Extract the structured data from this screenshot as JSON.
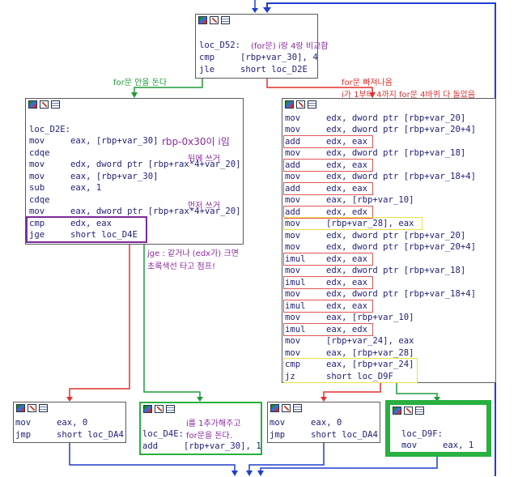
{
  "nodes": {
    "top": {
      "lines": [
        "loc_D52:",
        "cmp     [rbp+var_30], 4",
        "jle     short loc_D2E"
      ]
    },
    "left": {
      "lines": [
        "loc_D2E:",
        "mov     eax, [rbp+var_30]",
        "cdqe",
        "mov     edx, dword ptr [rbp+rax*4+var_20]",
        "mov     eax, [rbp+var_30]",
        "sub     eax, 1",
        "cdqe",
        "mov     eax, dword ptr [rbp+rax*4+var_20]",
        "cmp     edx, eax",
        "jge     short loc_D4E"
      ]
    },
    "right": {
      "lines": [
        "mov     edx, dword ptr [rbp+var_20]",
        "mov     edx, dword ptr [rbp+var_20+4]",
        "add     edx, eax",
        "mov     edx, dword ptr [rbp+var_18]",
        "add     edx, eax",
        "mov     edx, dword ptr [rbp+var_18+4]",
        "add     edx, eax",
        "mov     eax, [rbp+var_10]",
        "add     edx, edx",
        "mov     [rbp+var_28], eax",
        "mov     edx, dword ptr [rbp+var_20]",
        "mov     edx, dword ptr [rbp+var_20+4]",
        "imul    edx, eax",
        "mov     edx, dword ptr [rbp+var_18]",
        "imul    edx, eax",
        "mov     edx, dword ptr [rbp+var_18+4]",
        "imul    edx, eax",
        "mov     eax, [rbp+var_10]",
        "imul    eax, edx",
        "mov     [rbp+var_24], eax",
        "mov     eax, [rbp+var_28]",
        "cmp     eax, [rbp+var_24]",
        "jz      short loc_D9F"
      ]
    },
    "b1": {
      "lines": [
        "mov     eax, 0",
        "jmp     short loc_DA4"
      ]
    },
    "b2": {
      "lines": [
        "loc_D4E:",
        "add     [rbp+var_30], 1"
      ]
    },
    "b3": {
      "lines": [
        "mov     eax, 0",
        "jmp     short loc_DA4"
      ]
    },
    "b4": {
      "lines": [
        "loc_D9F:",
        "mov     eax, 1"
      ]
    }
  },
  "annotations": {
    "for_cmp": "(for문) i랑 4랑 비교함",
    "for_loop": "for문 안을 돈다",
    "for_exit": "for문 빠져나옴",
    "i_range": "i가 1부터 4까지 for문 4바퀴 다 돌았음",
    "rbp_i": "rbp-0x30이 i임",
    "later": "뒤에 쓰거",
    "first": "먼저 쓰거",
    "jge_note1": "jge : 같거나 (edx가) 크면",
    "jge_note2": "초록색선 타고 점프!",
    "i_inc1": "i를 1추가해주고",
    "i_inc2": "for문을 돈다."
  },
  "colors": {
    "true_edge": "#1f9a3a",
    "false_edge": "#e0302f",
    "jump_edge": "#1f3fcc",
    "annotation_purple": "#8a2aa0",
    "annotation_red": "#e0302f",
    "annotation_green": "#1f9a3a",
    "highlight_red": "#e05555",
    "highlight_yellow": "#f0e040",
    "highlight_purple": "#7a2a9a",
    "highlight_green": "#28b040",
    "code_text": "#1e1e78"
  }
}
